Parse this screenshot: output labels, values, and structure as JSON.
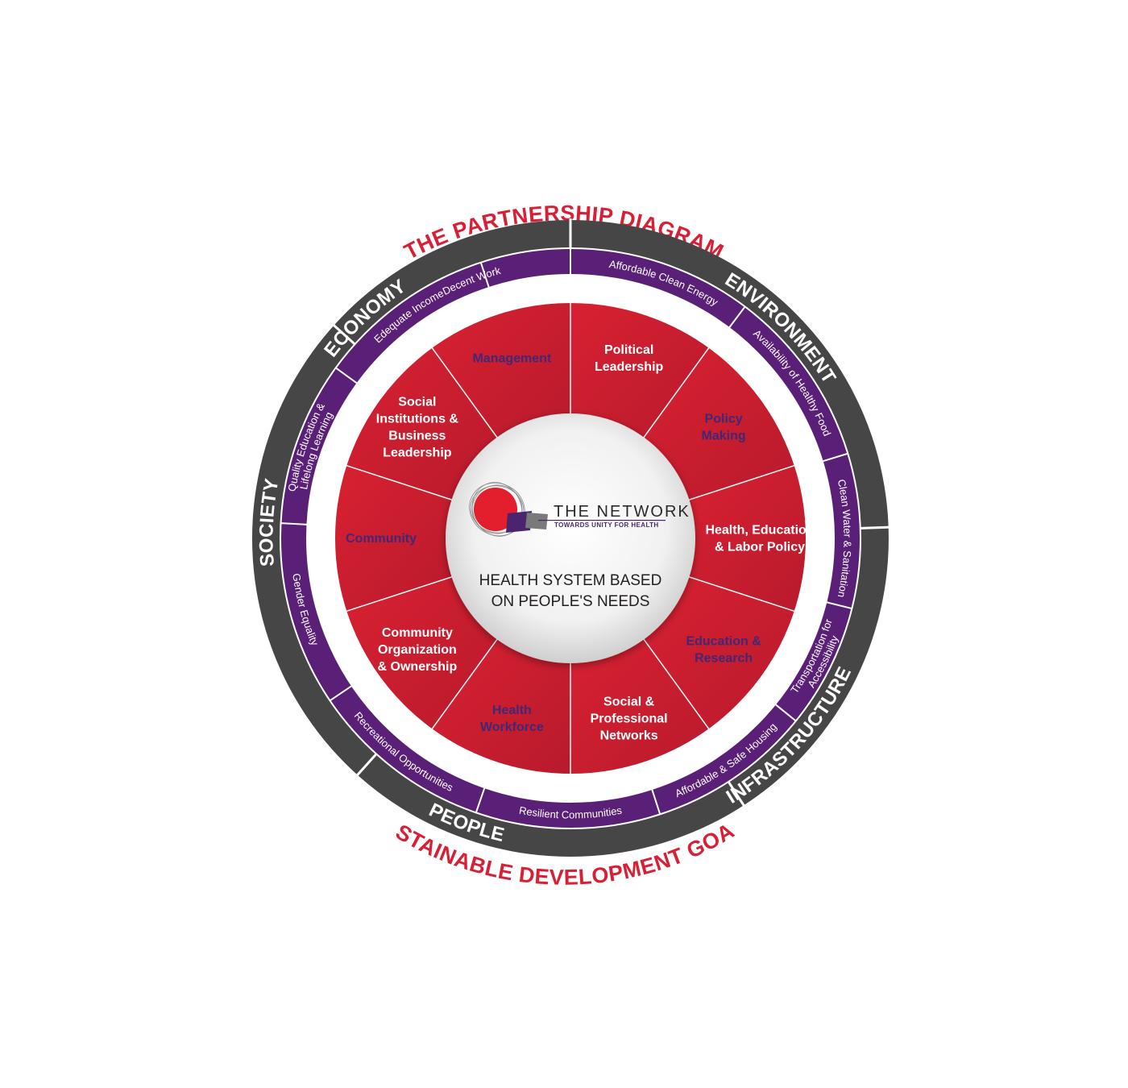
{
  "header": {
    "title": "THE PARTNERSHIP DIAGRAM"
  },
  "footer": {
    "title": "SUSTAINABLE DEVELOPMENT GOALS"
  },
  "center": {
    "logo_title": "THE NETWORK",
    "logo_subtitle": "TOWARDS UNITY FOR HEALTH",
    "caption_line1": "HEALTH SYSTEM BASED",
    "caption_line2": "ON PEOPLE'S NEEDS"
  },
  "dimensions": [
    {
      "label": "ECONOMY",
      "angle": -43
    },
    {
      "label": "ENVIRONMENT",
      "angle": 45
    },
    {
      "label": "INFRASTRUCTURE",
      "angle": 132
    },
    {
      "label": "PEOPLE",
      "angle": 200
    },
    {
      "label": "SOCIETY",
      "angle": -87
    }
  ],
  "goals": [
    {
      "label": "Decent Work",
      "angle": -21,
      "lines": []
    },
    {
      "label": "Affordable Clean Energy",
      "angle": 20,
      "lines": []
    },
    {
      "label": "Availability of Healthy Food",
      "angle": 55,
      "lines": []
    },
    {
      "label": "Clean Water & Sanitation",
      "angle": 90,
      "lines": []
    },
    {
      "label": "Transportation for Accessibility",
      "angle": 116,
      "lines": [
        "Transportation for",
        "Accessibility"
      ]
    },
    {
      "label": "Affordable & Safe Housing",
      "angle": 145,
      "lines": []
    },
    {
      "label": "Resilient Communities",
      "angle": 180,
      "lines": []
    },
    {
      "label": "Recreational Opportunities",
      "angle": 218,
      "lines": []
    },
    {
      "label": "Gender Equality",
      "angle": 255,
      "lines": []
    },
    {
      "label": "Quality Education & Lifelong Learning",
      "angle": 289,
      "lines": [
        "Quality Education &",
        "Lifelong Learning"
      ]
    },
    {
      "label": "Edequate Income",
      "angle": 324,
      "lines": []
    }
  ],
  "sectors": [
    {
      "lines": [
        "Political",
        "Leadership"
      ],
      "color": "white"
    },
    {
      "lines": [
        "Policy",
        "Making"
      ],
      "color": "purple"
    },
    {
      "lines": [
        "Health, Education",
        "& Labor Policy"
      ],
      "color": "white"
    },
    {
      "lines": [
        "Education &",
        "Research"
      ],
      "color": "purple"
    },
    {
      "lines": [
        "Social &",
        "Professional",
        "Networks"
      ],
      "color": "white"
    },
    {
      "lines": [
        "Health",
        "Workforce"
      ],
      "color": "purple"
    },
    {
      "lines": [
        "Community",
        "Organization",
        "& Ownership"
      ],
      "color": "white"
    },
    {
      "lines": [
        "Community"
      ],
      "color": "purple"
    },
    {
      "lines": [
        "Social",
        "Institutions &",
        "Business",
        "Leadership"
      ],
      "color": "white"
    },
    {
      "lines": [
        "Management"
      ],
      "color": "purple"
    }
  ],
  "colors": {
    "title_red": "#d91f35",
    "outer_ring": "#464646",
    "goal_ring": "#5a1f77",
    "sector_red": "#d3202e",
    "sector_dark": "#bd1b2e",
    "sector_text_purple": "#3f2875",
    "center_gray": "#e6e6e6"
  }
}
